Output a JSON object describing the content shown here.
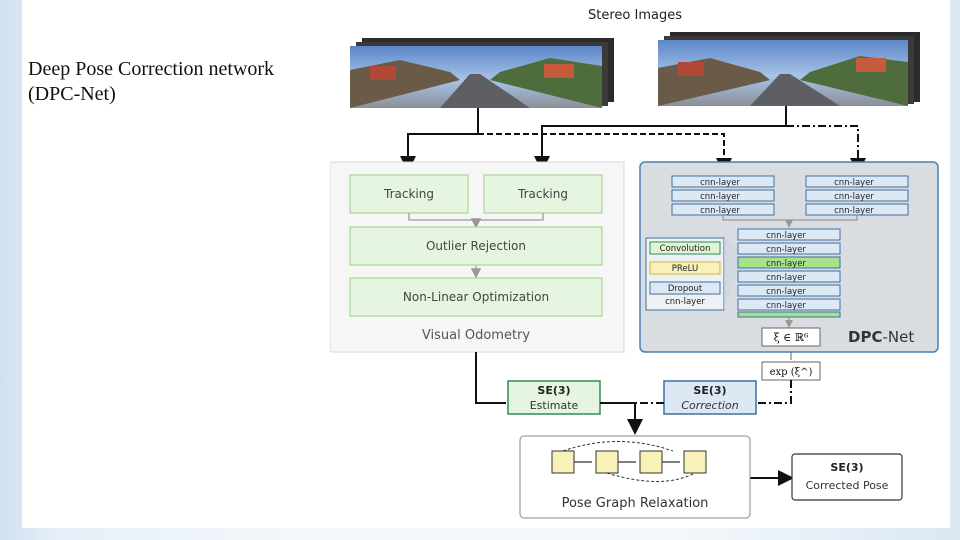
{
  "slide": {
    "title_line1": "Deep Pose Correction network",
    "title_line2": "(DPC-Net)"
  },
  "diagram": {
    "stereo_label": "Stereo Images",
    "tracking_left": "Tracking",
    "tracking_right": "Tracking",
    "outlier": "Outlier Rejection",
    "nonlinear": "Non-Linear Optimization",
    "vo_label": "Visual Odometry",
    "cnn_layer": "cnn-layer",
    "convolution": "Convolution",
    "prelu": "PReLU",
    "dropout": "Dropout",
    "xi_symbol": "ξ ∈ ℝ⁶",
    "dpc_bold": "DPC",
    "dpc_rest": "-Net",
    "exp_label": "exp (ξ^)",
    "se3": "SE(3)",
    "estimate": "Estimate",
    "correction": "Correction",
    "pgr_label": "Pose Graph Relaxation",
    "corrected_pose": "Corrected Pose"
  },
  "colors": {
    "green_box": "#e6f5df",
    "green_border": "#9ccf8a",
    "dpc_panel": "#d9dde2",
    "dpc_border": "#4a7fb0",
    "cnn_fill": "#dde8f5",
    "cnn_border": "#3f6fa0",
    "prelu_fill": "#f8f2b8",
    "highlight_green": "#a6e28a"
  }
}
